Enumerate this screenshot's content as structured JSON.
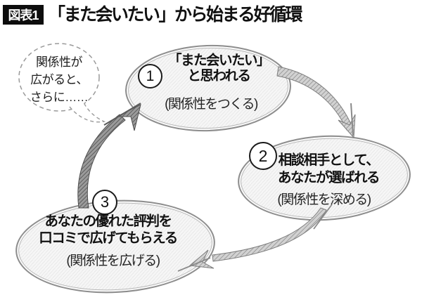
{
  "figure": {
    "badge": "図表1",
    "title": "「また会いたい」から始まる好循環"
  },
  "bubble": {
    "line1": "関係性が",
    "line2": "広がると、",
    "line3": "さらに……"
  },
  "nodes": [
    {
      "num": "1",
      "line1": "「また会いたい」",
      "line2": "と思われる",
      "sub": "(関係性をつくる)"
    },
    {
      "num": "2",
      "line1": "相談相手として、",
      "line2": "あなたが選ばれる",
      "sub": "(関係性を深める)"
    },
    {
      "num": "3",
      "line1": "あなたの優れた評判を",
      "line2": "口コミで広げてもらえる",
      "sub": "(関係性を広げる)"
    }
  ],
  "colors": {
    "badge_bg": "#0d0d0d",
    "text": "#111111",
    "ellipse_outline": "#8d8d8d",
    "arrow_light": "#8a8a8a",
    "arrow_dark": "#4f4f4f",
    "bubble_border": "#9a9a9a"
  }
}
